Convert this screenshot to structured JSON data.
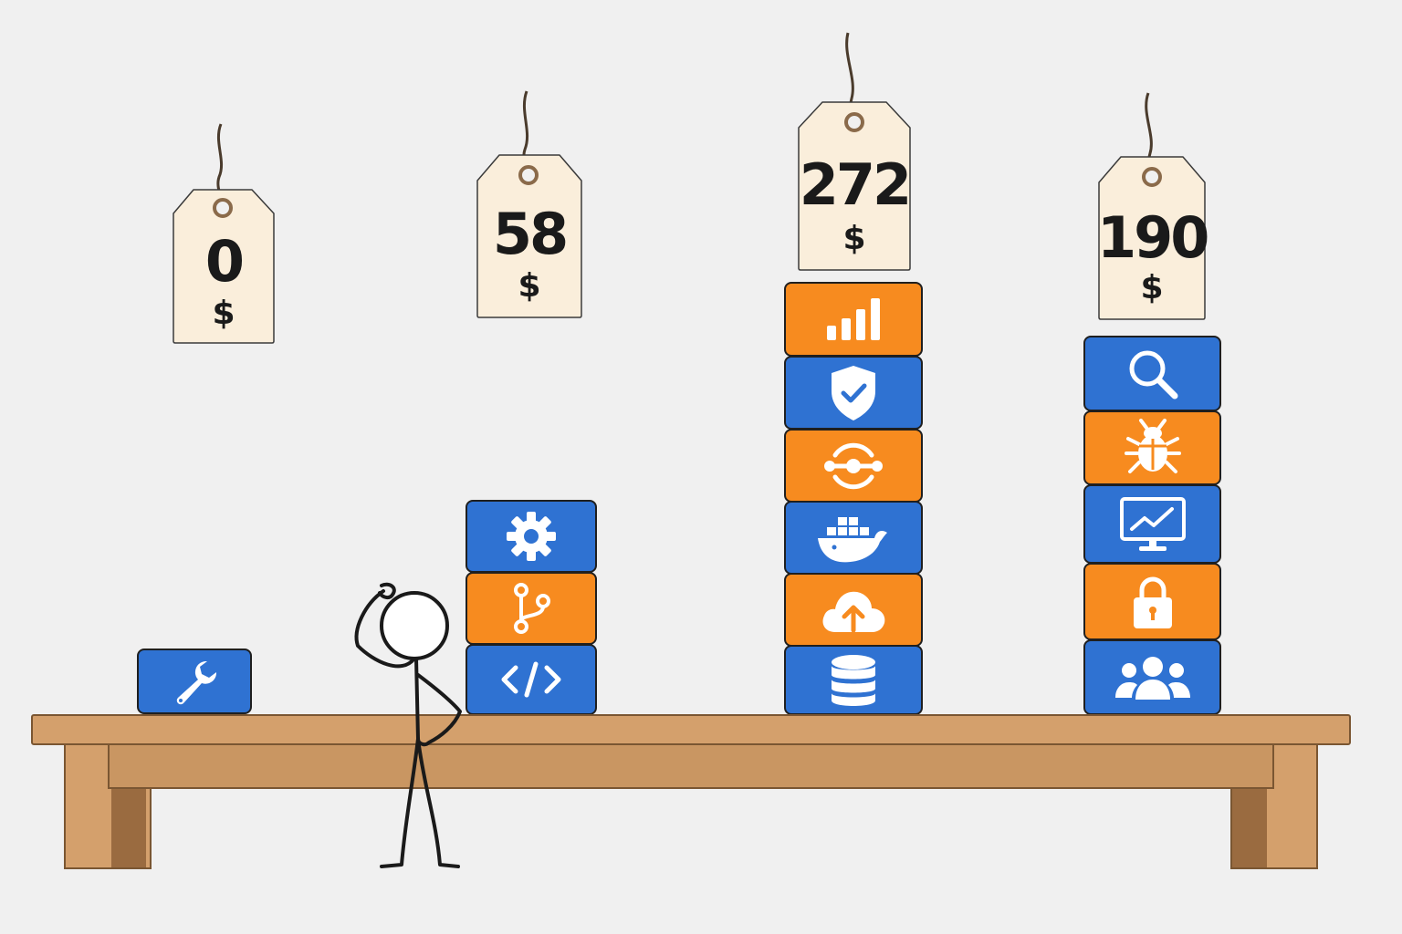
{
  "tags": [
    {
      "price": "0",
      "currency": "$"
    },
    {
      "price": "58",
      "currency": "$"
    },
    {
      "price": "272",
      "currency": "$"
    },
    {
      "price": "190",
      "currency": "$"
    }
  ],
  "stacks": [
    {
      "blocks": [
        {
          "color": "blue",
          "icon": "wrench-icon"
        }
      ]
    },
    {
      "blocks": [
        {
          "color": "blue",
          "icon": "gear-icon"
        },
        {
          "color": "orange",
          "icon": "git-branch-icon"
        },
        {
          "color": "blue",
          "icon": "code-icon"
        }
      ]
    },
    {
      "blocks": [
        {
          "color": "orange",
          "icon": "bar-chart-icon"
        },
        {
          "color": "blue",
          "icon": "shield-check-icon"
        },
        {
          "color": "orange",
          "icon": "pipeline-icon"
        },
        {
          "color": "blue",
          "icon": "docker-whale-icon"
        },
        {
          "color": "orange",
          "icon": "cloud-upload-icon"
        },
        {
          "color": "blue",
          "icon": "database-icon"
        }
      ]
    },
    {
      "blocks": [
        {
          "color": "blue",
          "icon": "search-icon"
        },
        {
          "color": "orange",
          "icon": "bug-icon"
        },
        {
          "color": "blue",
          "icon": "monitor-chart-icon"
        },
        {
          "color": "orange",
          "icon": "lock-icon"
        },
        {
          "color": "blue",
          "icon": "users-icon"
        }
      ]
    }
  ],
  "colors": {
    "blue": "#2f72d2",
    "orange": "#f78b1f",
    "tag": "#faeedb",
    "wood": "#d4a06c",
    "background": "#f0f0f0"
  }
}
